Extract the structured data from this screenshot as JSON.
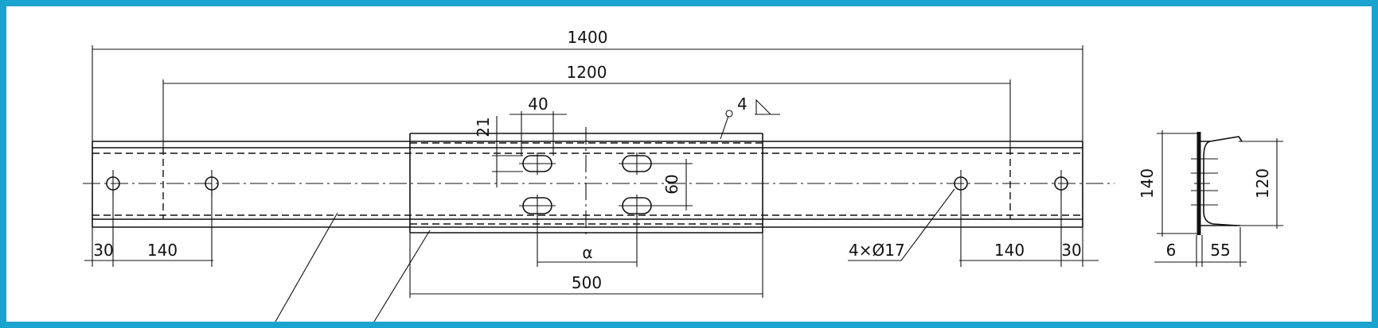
{
  "drawing": {
    "dims": {
      "overall_length": "1400",
      "hole_span": "1200",
      "slot_pitch": "40",
      "slot_width": "21",
      "weld_size": "4",
      "slot_spacing_vertical": "60",
      "left_edge": "30",
      "left_pitch": "140",
      "center_pitch": "α",
      "plate_length": "500",
      "holes_note": "4×Ø17",
      "right_pitch": "140",
      "right_edge": "30",
      "section_height": "140",
      "section_inner": "120",
      "section_thickness": "6",
      "section_flange": "55"
    }
  }
}
